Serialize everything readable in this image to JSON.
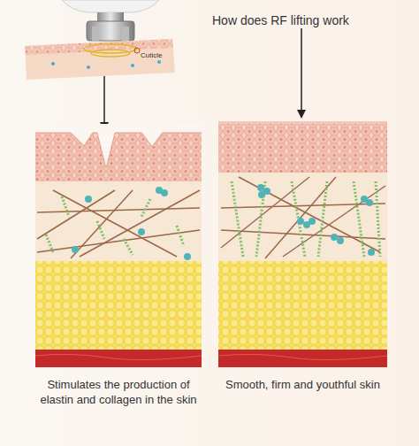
{
  "diagram": {
    "title": "How does RF lifting work",
    "labels": [
      "Cuticle",
      "Stimulates the production of elastin and collagen in the skin",
      "Smooth, firm and youthful skin"
    ]
  }
}
